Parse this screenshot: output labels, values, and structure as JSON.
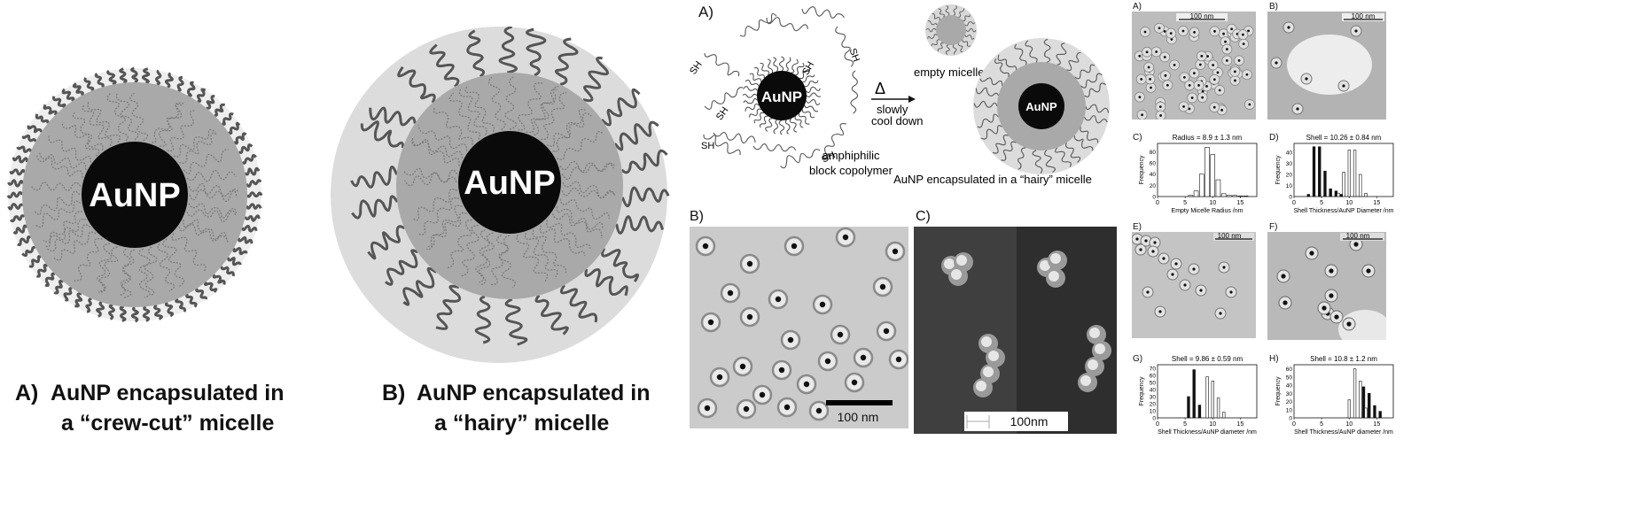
{
  "left": {
    "core_label": "AuNP",
    "caption_a_letter": "A)",
    "caption_a_line1": "AuNP encapsulated in",
    "caption_a_line2": "a “crew-cut” micelle",
    "caption_b_letter": "B)",
    "caption_b_line1": "AuNP encapsulated in",
    "caption_b_line2": "a “hairy” micelle"
  },
  "middle": {
    "panel_a": "A)",
    "core_label": "AuNP",
    "sh": "SH",
    "delta": "Δ",
    "step1": "slowly",
    "step2": "cool down",
    "empty_micelle": "empty micelle",
    "copolymer1": "amphiphilic",
    "copolymer2": "block copolymer",
    "product": "AuNP encapsulated in a “hairy” micelle",
    "panel_b": "B)",
    "panel_c": "C)",
    "scale_b": "100 nm",
    "scale_c": "100nm"
  },
  "right": {
    "a": "A)",
    "b": "B)",
    "c": "C)",
    "d": "D)",
    "e": "E)",
    "f": "F)",
    "g": "G)",
    "h": "H)",
    "scale": "100 nm",
    "freq": "Frequency",
    "c_title": "Radius = 8.9 ± 1.3 nm",
    "c_xlabel": "Empty Micelle Radius /nm",
    "d_title": "Shell = 10.26 ± 0.84 nm",
    "d_xlabel": "Shell Thickness/AuNP Diameter /nm",
    "g_title": "Shell = 9.86 ± 0.59 nm",
    "g_xlabel": "Shell Thickness/AuNP diameter /nm",
    "h_title": "Shell = 10.8 ± 1.2 nm",
    "h_xlabel": "Shell Thickness/AuNP diameter /nm"
  },
  "colors": {
    "core": "#0a0a0a",
    "shell": "#a9a9a9",
    "corona": "#d8d8d8",
    "tem_light": "#c9c9c9",
    "tem_dark": "#3a3a3a"
  },
  "chart_data": [
    {
      "type": "bar",
      "panel": "C)",
      "title": "Radius = 8.9 ± 1.3 nm",
      "xlabel": "Empty Micelle Radius /nm",
      "ylabel": "Frequency",
      "x_ticks": [
        "0",
        "5",
        "10",
        "15"
      ],
      "y_ticks": [
        "0",
        "20",
        "40",
        "60",
        "80"
      ],
      "xlim": [
        0,
        18
      ],
      "ylim": [
        0,
        95
      ],
      "series": [
        {
          "x": [
            6,
            7,
            8,
            9,
            10,
            11,
            12,
            13,
            14,
            15,
            16
          ],
          "values": [
            2,
            10,
            40,
            88,
            75,
            30,
            5,
            2,
            2,
            1,
            1
          ]
        }
      ]
    },
    {
      "type": "bar",
      "panel": "D)",
      "title": "Shell = 10.26 ± 0.84 nm",
      "xlabel": "Shell Thickness/AuNP Diameter /nm",
      "ylabel": "Frequency",
      "x_ticks": [
        "0",
        "5",
        "10",
        "15"
      ],
      "y_ticks": [
        "0",
        "10",
        "20",
        "30",
        "40"
      ],
      "xlim": [
        0,
        18
      ],
      "ylim": [
        0,
        48
      ],
      "series": [
        {
          "x": [
            3,
            4,
            5,
            6,
            7,
            8,
            9
          ],
          "values": [
            2,
            45,
            45,
            23,
            7,
            5,
            2
          ]
        },
        {
          "x": [
            8,
            9,
            10,
            11,
            12,
            13
          ],
          "values": [
            3,
            22,
            42,
            42,
            20,
            3
          ]
        }
      ]
    },
    {
      "type": "bar",
      "panel": "G)",
      "title": "Shell = 9.86 ± 0.59 nm",
      "xlabel": "Shell Thickness/AuNP diameter /nm",
      "ylabel": "Frequency",
      "x_ticks": [
        "0",
        "5",
        "10",
        "15"
      ],
      "y_ticks": [
        "0",
        "10",
        "20",
        "30",
        "40",
        "50",
        "60",
        "70"
      ],
      "xlim": [
        0,
        18
      ],
      "ylim": [
        0,
        75
      ],
      "series": [
        {
          "x": [
            6,
            7,
            8
          ],
          "values": [
            30,
            68,
            18
          ]
        },
        {
          "x": [
            9,
            10,
            11,
            12
          ],
          "values": [
            58,
            52,
            28,
            8
          ]
        }
      ]
    },
    {
      "type": "bar",
      "panel": "H)",
      "title": "Shell = 10.8 ± 1.2 nm",
      "xlabel": "Shell Thickness/AuNP diameter /nm",
      "ylabel": "Frequency",
      "x_ticks": [
        "0",
        "5",
        "10",
        "15"
      ],
      "y_ticks": [
        "0",
        "10",
        "20",
        "30",
        "40",
        "50",
        "60"
      ],
      "xlim": [
        0,
        18
      ],
      "ylim": [
        0,
        65
      ],
      "series": [
        {
          "x": [
            13,
            14,
            15,
            16
          ],
          "values": [
            38,
            30,
            15,
            8
          ]
        },
        {
          "x": [
            10,
            11,
            12,
            13
          ],
          "values": [
            22,
            60,
            45,
            12
          ]
        }
      ]
    }
  ]
}
